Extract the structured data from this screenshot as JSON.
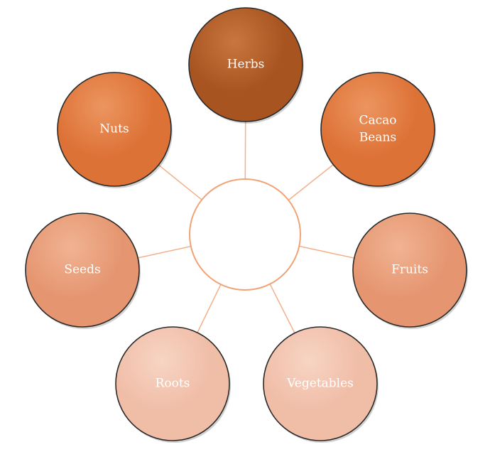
{
  "diagram": {
    "hub": {
      "label": ""
    },
    "nodes": [
      {
        "id": "herbs",
        "lines": [
          "Herbs"
        ],
        "fill": "#a85420",
        "highlight": "#c97640"
      },
      {
        "id": "cacao-beans",
        "lines": [
          "Cacao",
          "Beans"
        ],
        "fill": "#dd7236",
        "highlight": "#ec9560"
      },
      {
        "id": "fruits",
        "lines": [
          "Fruits"
        ],
        "fill": "#e59670",
        "highlight": "#f1b393"
      },
      {
        "id": "vegetables",
        "lines": [
          "Vegetables"
        ],
        "fill": "#f0bda7",
        "highlight": "#f7d4c4"
      },
      {
        "id": "roots",
        "lines": [
          "Roots"
        ],
        "fill": "#f0bda7",
        "highlight": "#f7d4c4"
      },
      {
        "id": "seeds",
        "lines": [
          "Seeds"
        ],
        "fill": "#e59670",
        "highlight": "#f1b393"
      },
      {
        "id": "nuts",
        "lines": [
          "Nuts"
        ],
        "fill": "#dd7236",
        "highlight": "#ec9560"
      }
    ],
    "colors": {
      "spoke": "#f3b08a",
      "hub_stroke": "#f0a374",
      "node_stroke": "#2a2a2a",
      "label": "#ffffff"
    }
  }
}
